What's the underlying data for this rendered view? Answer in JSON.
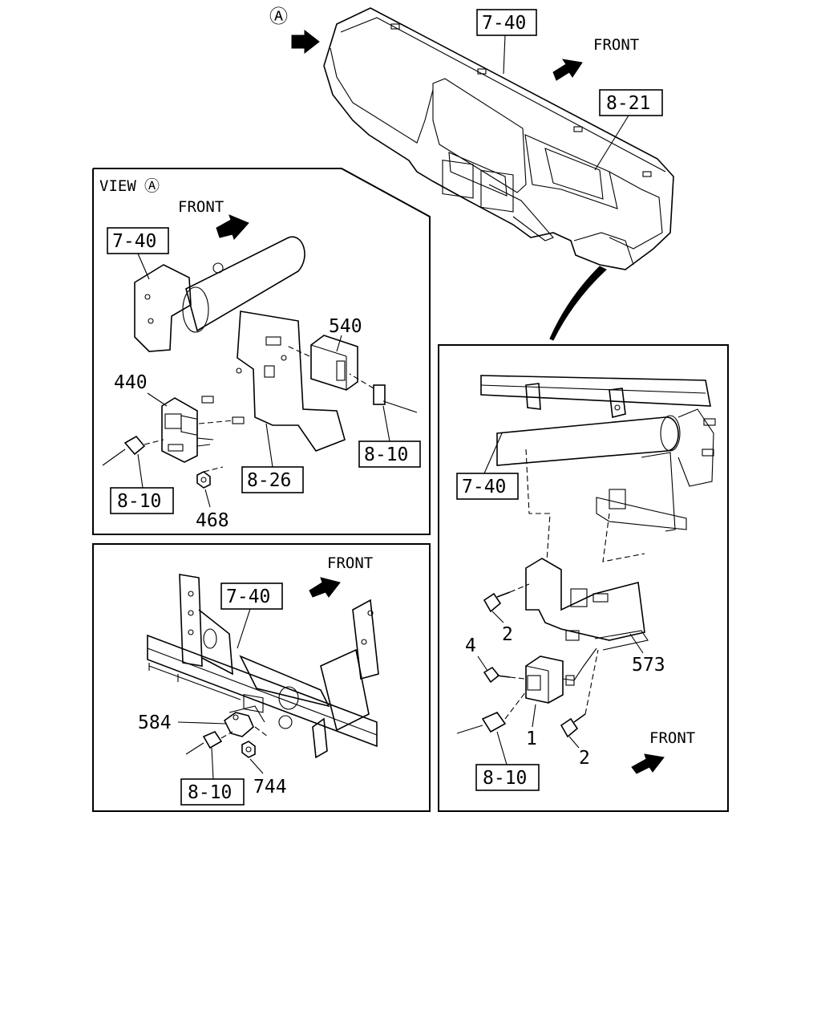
{
  "main": {
    "callout_a": "Ⓐ",
    "ref_dash": "7-40",
    "ref_meter": "8-21",
    "front": "FRONT"
  },
  "view_a": {
    "title": "VIEW",
    "title_mark": "Ⓐ",
    "front": "FRONT",
    "ref_top": "7-40",
    "part_540": "540",
    "part_440": "440",
    "ref_harness_right": "8-10",
    "ref_bracket": "8-26",
    "ref_harness_left": "8-10",
    "part_468": "468"
  },
  "lower_left": {
    "front": "FRONT",
    "ref_beam": "7-40",
    "part_584": "584",
    "ref_harness": "8-10",
    "part_744": "744"
  },
  "right_panel": {
    "ref_beam": "7-40",
    "part_bolt_top": "2",
    "part_bolt_small": "4",
    "part_bracket": "573",
    "part_relay": "1",
    "part_bolt_bottom": "2",
    "front": "FRONT",
    "ref_harness": "8-10"
  }
}
